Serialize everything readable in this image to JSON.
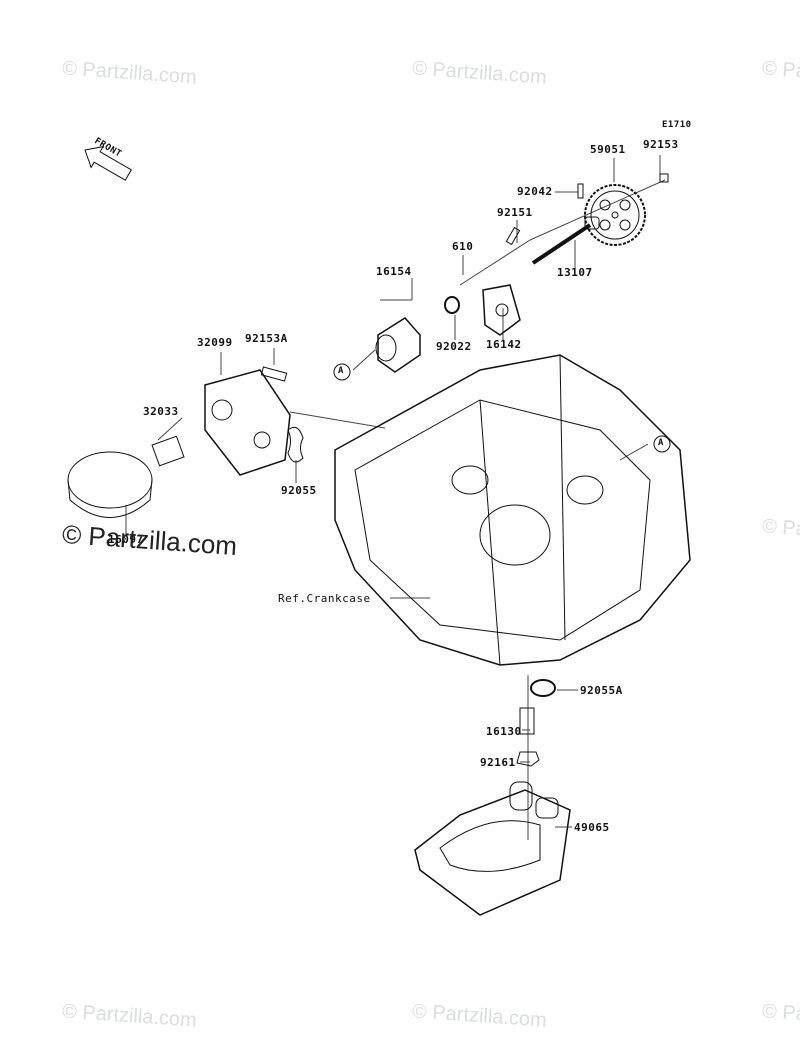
{
  "diagram_id": "E1710",
  "watermark": "© Partzilla.com",
  "front_arrow_label": "FRONT",
  "callout_letter": "A",
  "reference_label": "Ref.Crankcase",
  "parts": [
    {
      "number": "59051"
    },
    {
      "number": "92153"
    },
    {
      "number": "92042"
    },
    {
      "number": "92151"
    },
    {
      "number": "610"
    },
    {
      "number": "16154"
    },
    {
      "number": "13107"
    },
    {
      "number": "92022"
    },
    {
      "number": "16142"
    },
    {
      "number": "32099"
    },
    {
      "number": "92153A"
    },
    {
      "number": "32033"
    },
    {
      "number": "92055"
    },
    {
      "number": "16097"
    },
    {
      "number": "92055A"
    },
    {
      "number": "16130"
    },
    {
      "number": "92161"
    },
    {
      "number": "49065"
    }
  ]
}
